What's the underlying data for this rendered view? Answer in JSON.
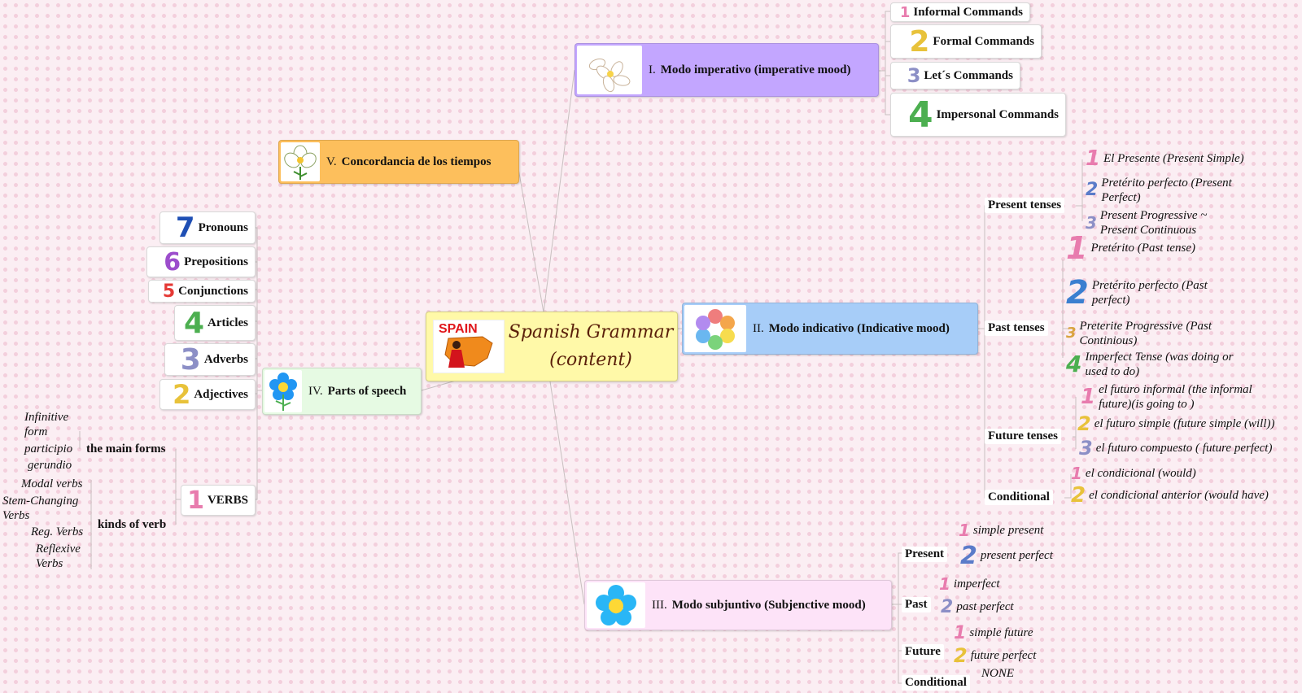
{
  "center": {
    "title_line1": "Spanish Grammar",
    "title_line2": "(content)",
    "map_label": "SPAIN"
  },
  "branch1": {
    "num": "I.",
    "title": "Modo imperativo (imperative mood)",
    "color": "#c3a6ff",
    "items": [
      {
        "label": "Informal Commands",
        "icon": "1"
      },
      {
        "label": "Formal Commands",
        "icon": "2"
      },
      {
        "label": "Let´s Commands",
        "icon": "3"
      },
      {
        "label": "Impersonal Commands",
        "icon": "4"
      }
    ]
  },
  "branch2": {
    "num": "II.",
    "title": "Modo indicativo (Indicative mood)",
    "color": "#a7cdf8",
    "groups": {
      "present": {
        "label": "Present tenses",
        "items": [
          "El Presente (Present Simple)",
          "Pretérito perfecto (Present Perfect)",
          "Present Progressive ~ Present Continuous"
        ]
      },
      "past": {
        "label": "Past tenses",
        "items": [
          "Pretérito (Past tense)",
          "Pretérito perfecto (Past perfect)",
          "Preterite Progressive (Past Continious)",
          "Imperfect Tense (was doing or used to do)"
        ]
      },
      "future": {
        "label": "Future tenses",
        "items": [
          "el futuro informal (the informal future)(is going to )",
          "el futuro simple (future simple (will))",
          "el futuro compuesto ( future perfect)"
        ]
      },
      "conditional": {
        "label": "Conditional",
        "items": [
          "el condicional (would)",
          "el condicional anterior (would have)"
        ]
      }
    }
  },
  "branch3": {
    "num": "III.",
    "title": "Modo subjuntivo (Subjenctive mood)",
    "color": "#fde3f8",
    "groups": {
      "present": {
        "label": "Present",
        "items": [
          "simple present",
          "present perfect"
        ]
      },
      "past": {
        "label": "Past",
        "items": [
          "imperfect",
          "past perfect"
        ]
      },
      "future": {
        "label": "Future",
        "items": [
          "simple future",
          "future perfect"
        ]
      },
      "conditional": {
        "label": "Conditional",
        "items": [
          "NONE"
        ]
      }
    }
  },
  "branch4": {
    "num": "IV.",
    "title": "Parts of speech",
    "color": "#e6fae3",
    "items": [
      {
        "label": "Pronouns",
        "icon": "7"
      },
      {
        "label": "Prepositions",
        "icon": "6"
      },
      {
        "label": "Conjunctions",
        "icon": "5"
      },
      {
        "label": "Articles",
        "icon": "4"
      },
      {
        "label": "Adverbs",
        "icon": "3"
      },
      {
        "label": "Adjectives",
        "icon": "2"
      },
      {
        "label": "VERBS",
        "icon": "1"
      }
    ],
    "verbs": {
      "main_forms": {
        "label": "the main forms",
        "items": [
          "Infinitive form",
          "participio",
          "gerundio"
        ]
      },
      "kinds": {
        "label": "kinds of verb",
        "items": [
          "Modal verbs",
          "Stem-Changing Verbs",
          "Reg. Verbs",
          "Reflexive Verbs"
        ]
      }
    }
  },
  "branch5": {
    "num": "V.",
    "title": "Concordancia de los tiempos",
    "color": "#fdbf5c"
  },
  "icon_colors": {
    "1": "#e87cae",
    "2": "#e8c23a",
    "3": "#8c8fc6",
    "4": "#4caf50",
    "5": "#e53935",
    "6": "#9c4dcc",
    "7": "#1f4fb4"
  }
}
